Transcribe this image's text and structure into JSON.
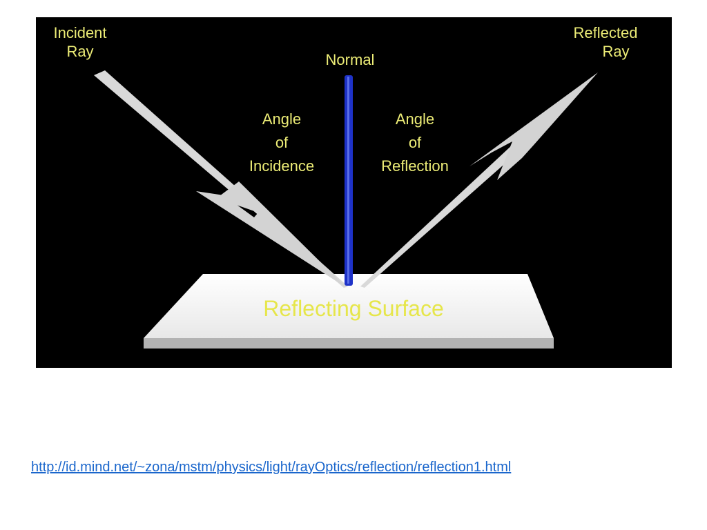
{
  "diagram": {
    "labels": {
      "incident_ray": [
        "Incident",
        "Ray"
      ],
      "reflected_ray": [
        "Reflected",
        "Ray"
      ],
      "normal": "Normal",
      "angle_of_incidence": [
        "Angle",
        "of",
        "Incidence"
      ],
      "angle_of_reflection": [
        "Angle",
        "of",
        "Reflection"
      ],
      "reflecting_surface": "Reflecting Surface"
    },
    "colors": {
      "background": "#000000",
      "label_text": "#ecec76",
      "surface_label": "#e6e64a",
      "ray": "#d9d9d9",
      "normal": "#1e32c8",
      "surface": "#f4f4f4"
    }
  },
  "footer": {
    "source_link": "http://id.mind.net/~zona/mstm/physics/light/rayOptics/reflection/reflection1.html",
    "link_color": "#1a66cc"
  }
}
